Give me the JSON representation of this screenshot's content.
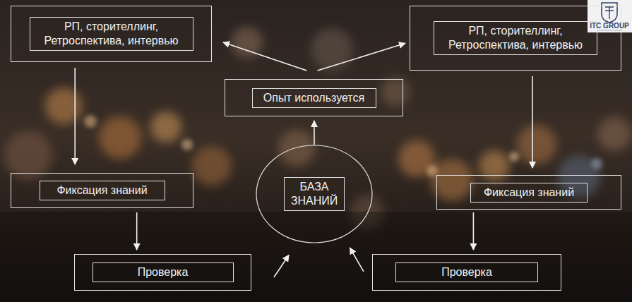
{
  "diagram": {
    "nodes": [
      {
        "text": [
          "РП, сторителлинг, Ретроспектива, интервью"
        ]
      },
      {
        "text": [
          "РП, сторителлинг, Ретроспектива, интервью"
        ]
      },
      {
        "text": [
          "Опыт используется"
        ]
      },
      {
        "text": [
          "Фиксация знаний"
        ]
      },
      {
        "text": [
          "БАЗА ЗНАНИЙ"
        ]
      },
      {
        "text": [
          "Фиксация знаний"
        ]
      },
      {
        "text": [
          "Проверка"
        ]
      },
      {
        "text": [
          "Проверка"
        ]
      }
    ],
    "edges": [
      {
        "from": 2,
        "to": 0,
        "arrow": "to"
      },
      {
        "from": 2,
        "to": 1,
        "arrow": "to"
      },
      {
        "from": 0,
        "to": 3,
        "arrow": "to"
      },
      {
        "from": 1,
        "to": 5,
        "arrow": "to"
      },
      {
        "from": 3,
        "to": 6,
        "arrow": "to"
      },
      {
        "from": 5,
        "to": 7,
        "arrow": "to"
      },
      {
        "from": 6,
        "to": 4,
        "arrow": "to"
      },
      {
        "from": 7,
        "to": 4,
        "arrow": "to"
      },
      {
        "from": 4,
        "to": 2,
        "arrow": "to"
      }
    ],
    "labels": [
      "ITC GROUP"
    ]
  }
}
